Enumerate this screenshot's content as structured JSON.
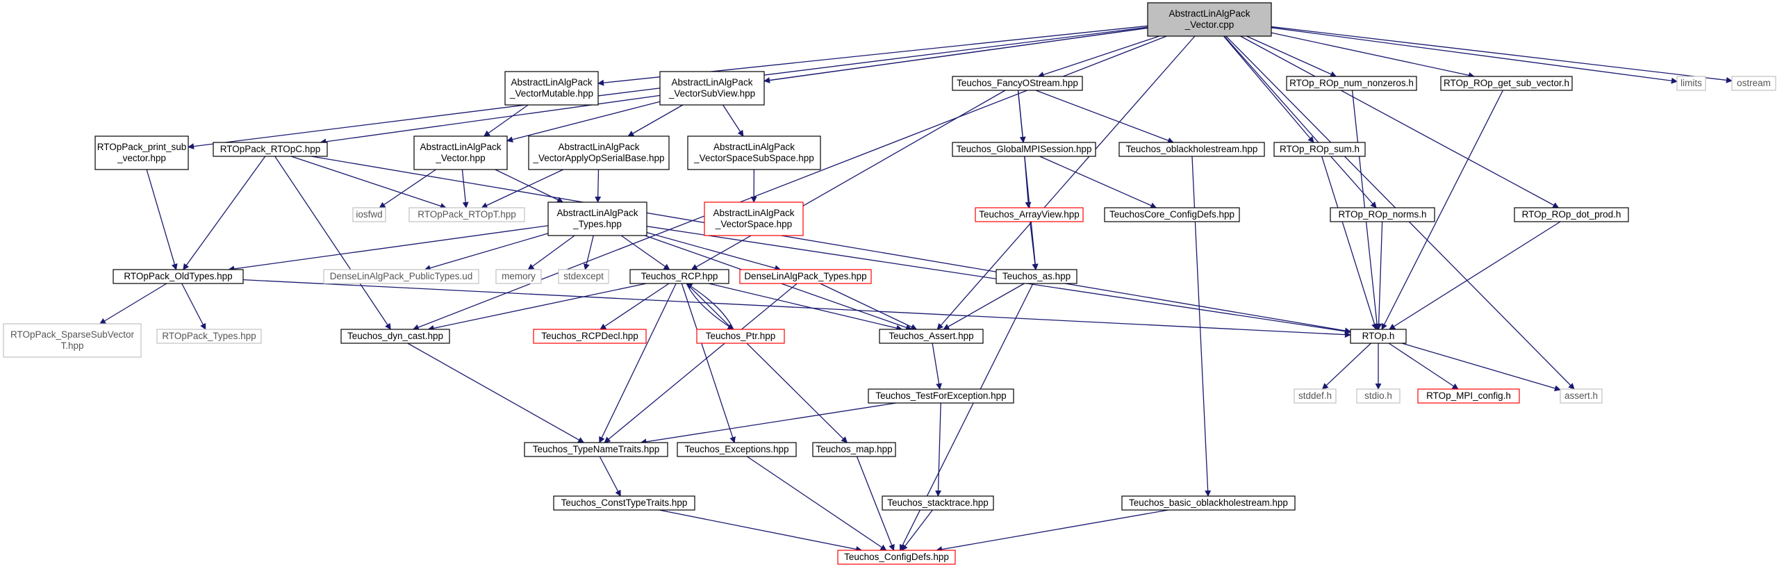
{
  "colors": {
    "edge": "#191970",
    "box_border": "#000000",
    "missing_border": "#c0c0c0",
    "red_border": "#ff0000",
    "root_fill": "#bfbfbf",
    "node_fill": "#ffffff"
  },
  "nodes": [
    {
      "id": "root",
      "lines": [
        "AbstractLinAlgPack",
        "_Vector.cpp"
      ],
      "style": "root"
    },
    {
      "id": "vm",
      "lines": [
        "AbstractLinAlgPack",
        "_VectorMutable.hpp"
      ],
      "style": "normal"
    },
    {
      "id": "vsv",
      "lines": [
        "AbstractLinAlgPack",
        "_VectorSubView.hpp"
      ],
      "style": "normal"
    },
    {
      "id": "tfos",
      "lines": [
        "Teuchos_FancyOStream.hpp"
      ],
      "style": "normal"
    },
    {
      "id": "nnz",
      "lines": [
        "RTOp_ROp_num_nonzeros.h"
      ],
      "style": "normal"
    },
    {
      "id": "gsv",
      "lines": [
        "RTOp_ROp_get_sub_vector.h"
      ],
      "style": "normal"
    },
    {
      "id": "limits",
      "lines": [
        "limits"
      ],
      "style": "missing"
    },
    {
      "id": "ostream",
      "lines": [
        "ostream"
      ],
      "style": "missing"
    },
    {
      "id": "print",
      "lines": [
        "RTOpPack_print_sub",
        "_vector.hpp"
      ],
      "style": "normal"
    },
    {
      "id": "rtopc",
      "lines": [
        "RTOpPack_RTOpC.hpp"
      ],
      "style": "normal"
    },
    {
      "id": "vec",
      "lines": [
        "AbstractLinAlgPack",
        "_Vector.hpp"
      ],
      "style": "normal"
    },
    {
      "id": "vaos",
      "lines": [
        "AbstractLinAlgPack",
        "_VectorApplyOpSerialBase.hpp"
      ],
      "style": "normal"
    },
    {
      "id": "vsss",
      "lines": [
        "AbstractLinAlgPack",
        "_VectorSpaceSubSpace.hpp"
      ],
      "style": "normal"
    },
    {
      "id": "gmpi",
      "lines": [
        "Teuchos_GlobalMPISession.hpp"
      ],
      "style": "normal"
    },
    {
      "id": "obh",
      "lines": [
        "Teuchos_oblackholestream.hpp"
      ],
      "style": "normal"
    },
    {
      "id": "sum",
      "lines": [
        "RTOp_ROp_sum.h"
      ],
      "style": "normal"
    },
    {
      "id": "iosfwd",
      "lines": [
        "iosfwd"
      ],
      "style": "missing"
    },
    {
      "id": "rtopt",
      "lines": [
        "RTOpPack_RTOpT.hpp"
      ],
      "style": "missing"
    },
    {
      "id": "types",
      "lines": [
        "AbstractLinAlgPack",
        "_Types.hpp"
      ],
      "style": "normal"
    },
    {
      "id": "vspace",
      "lines": [
        "AbstractLinAlgPack",
        "_VectorSpace.hpp"
      ],
      "style": "red"
    },
    {
      "id": "av",
      "lines": [
        "Teuchos_ArrayView.hpp"
      ],
      "style": "red"
    },
    {
      "id": "ccd",
      "lines": [
        "TeuchosCore_ConfigDefs.hpp"
      ],
      "style": "normal"
    },
    {
      "id": "norms",
      "lines": [
        "RTOp_ROp_norms.h"
      ],
      "style": "normal"
    },
    {
      "id": "dot",
      "lines": [
        "RTOp_ROp_dot_prod.h"
      ],
      "style": "normal"
    },
    {
      "id": "oldt",
      "lines": [
        "RTOpPack_OldTypes.hpp"
      ],
      "style": "normal"
    },
    {
      "id": "dlpt",
      "lines": [
        "DenseLinAlgPack_PublicTypes.ud"
      ],
      "style": "missing"
    },
    {
      "id": "memory",
      "lines": [
        "memory"
      ],
      "style": "missing"
    },
    {
      "id": "stdexcept",
      "lines": [
        "stdexcept"
      ],
      "style": "missing"
    },
    {
      "id": "rcp",
      "lines": [
        "Teuchos_RCP.hpp"
      ],
      "style": "normal"
    },
    {
      "id": "dlt",
      "lines": [
        "DenseLinAlgPack_Types.hpp"
      ],
      "style": "red"
    },
    {
      "id": "as",
      "lines": [
        "Teuchos_as.hpp"
      ],
      "style": "normal"
    },
    {
      "id": "ssv",
      "lines": [
        "RTOpPack_SparseSubVector",
        "T.hpp"
      ],
      "style": "missing"
    },
    {
      "id": "rtptypes",
      "lines": [
        "RTOpPack_Types.hpp"
      ],
      "style": "missing"
    },
    {
      "id": "dyn",
      "lines": [
        "Teuchos_dyn_cast.hpp"
      ],
      "style": "normal"
    },
    {
      "id": "rcpdecl",
      "lines": [
        "Teuchos_RCPDecl.hpp"
      ],
      "style": "red"
    },
    {
      "id": "ptr",
      "lines": [
        "Teuchos_Ptr.hpp"
      ],
      "style": "red"
    },
    {
      "id": "assert",
      "lines": [
        "Teuchos_Assert.hpp"
      ],
      "style": "normal"
    },
    {
      "id": "rtoph",
      "lines": [
        "RTOp.h"
      ],
      "style": "normal"
    },
    {
      "id": "stddef",
      "lines": [
        "stddef.h"
      ],
      "style": "missing"
    },
    {
      "id": "stdio",
      "lines": [
        "stdio.h"
      ],
      "style": "missing"
    },
    {
      "id": "mpicfg",
      "lines": [
        "RTOp_MPI_config.h"
      ],
      "style": "red"
    },
    {
      "id": "asserth",
      "lines": [
        "assert.h"
      ],
      "style": "missing"
    },
    {
      "id": "tfe",
      "lines": [
        "Teuchos_TestForException.hpp"
      ],
      "style": "normal"
    },
    {
      "id": "tnt",
      "lines": [
        "Teuchos_TypeNameTraits.hpp"
      ],
      "style": "normal"
    },
    {
      "id": "exc",
      "lines": [
        "Teuchos_Exceptions.hpp"
      ],
      "style": "normal"
    },
    {
      "id": "map",
      "lines": [
        "Teuchos_map.hpp"
      ],
      "style": "normal"
    },
    {
      "id": "cct",
      "lines": [
        "Teuchos_ConstTypeTraits.hpp"
      ],
      "style": "normal"
    },
    {
      "id": "st",
      "lines": [
        "Teuchos_stacktrace.hpp"
      ],
      "style": "normal"
    },
    {
      "id": "bobh",
      "lines": [
        "Teuchos_basic_oblackholestream.hpp"
      ],
      "style": "normal"
    },
    {
      "id": "cfg",
      "lines": [
        "Teuchos_ConfigDefs.hpp"
      ],
      "style": "red"
    }
  ],
  "edges": [
    [
      "root",
      "vm"
    ],
    [
      "root",
      "vsv"
    ],
    [
      "root",
      "tfos"
    ],
    [
      "root",
      "nnz"
    ],
    [
      "root",
      "gsv"
    ],
    [
      "root",
      "limits"
    ],
    [
      "root",
      "ostream"
    ],
    [
      "root",
      "print"
    ],
    [
      "root",
      "rtopc"
    ],
    [
      "root",
      "sum"
    ],
    [
      "root",
      "norms"
    ],
    [
      "root",
      "dot"
    ],
    [
      "root",
      "asserth"
    ],
    [
      "root",
      "assert"
    ],
    [
      "root",
      "dyn"
    ],
    [
      "vm",
      "vec"
    ],
    [
      "vsv",
      "vec"
    ],
    [
      "vsv",
      "vaos"
    ],
    [
      "vsv",
      "vsss"
    ],
    [
      "vec",
      "iosfwd"
    ],
    [
      "vec",
      "rtopt"
    ],
    [
      "vec",
      "types"
    ],
    [
      "vaos",
      "rtopt"
    ],
    [
      "vaos",
      "types"
    ],
    [
      "vsss",
      "vspace"
    ],
    [
      "print",
      "oldt"
    ],
    [
      "rtopc",
      "oldt"
    ],
    [
      "rtopc",
      "rtopt"
    ],
    [
      "rtopc",
      "dyn"
    ],
    [
      "rtopc",
      "rtoph"
    ],
    [
      "types",
      "oldt"
    ],
    [
      "types",
      "dlpt"
    ],
    [
      "types",
      "memory"
    ],
    [
      "types",
      "stdexcept"
    ],
    [
      "types",
      "rcp"
    ],
    [
      "types",
      "dlt"
    ],
    [
      "types",
      "assert"
    ],
    [
      "types",
      "rtoph"
    ],
    [
      "oldt",
      "ssv"
    ],
    [
      "oldt",
      "rtptypes"
    ],
    [
      "oldt",
      "rtoph"
    ],
    [
      "tfos",
      "gmpi"
    ],
    [
      "tfos",
      "obh"
    ],
    [
      "tfos",
      "rcp"
    ],
    [
      "tfos",
      "as"
    ],
    [
      "gmpi",
      "av"
    ],
    [
      "gmpi",
      "ccd"
    ],
    [
      "av",
      "as"
    ],
    [
      "obh",
      "bobh"
    ],
    [
      "as",
      "assert"
    ],
    [
      "as",
      "cfg"
    ],
    [
      "rcp",
      "dyn"
    ],
    [
      "rcp",
      "rcpdecl"
    ],
    [
      "rcp",
      "ptr"
    ],
    [
      "rcp",
      "assert"
    ],
    [
      "rcp",
      "tnt"
    ],
    [
      "rcp",
      "exc"
    ],
    [
      "rcp",
      "map"
    ],
    [
      "ptr",
      "rcp"
    ],
    [
      "dlt",
      "assert"
    ],
    [
      "dlt",
      "tnt"
    ],
    [
      "dyn",
      "tnt"
    ],
    [
      "assert",
      "tfe"
    ],
    [
      "tfe",
      "tnt"
    ],
    [
      "tfe",
      "st"
    ],
    [
      "tnt",
      "cct"
    ],
    [
      "cct",
      "cfg"
    ],
    [
      "exc",
      "cfg"
    ],
    [
      "map",
      "cfg"
    ],
    [
      "st",
      "cfg"
    ],
    [
      "bobh",
      "cfg"
    ],
    [
      "nnz",
      "rtoph"
    ],
    [
      "gsv",
      "rtoph"
    ],
    [
      "sum",
      "rtoph"
    ],
    [
      "norms",
      "rtoph"
    ],
    [
      "dot",
      "rtoph"
    ],
    [
      "rtoph",
      "stddef"
    ],
    [
      "rtoph",
      "stdio"
    ],
    [
      "rtoph",
      "mpicfg"
    ],
    [
      "rtoph",
      "asserth"
    ]
  ]
}
